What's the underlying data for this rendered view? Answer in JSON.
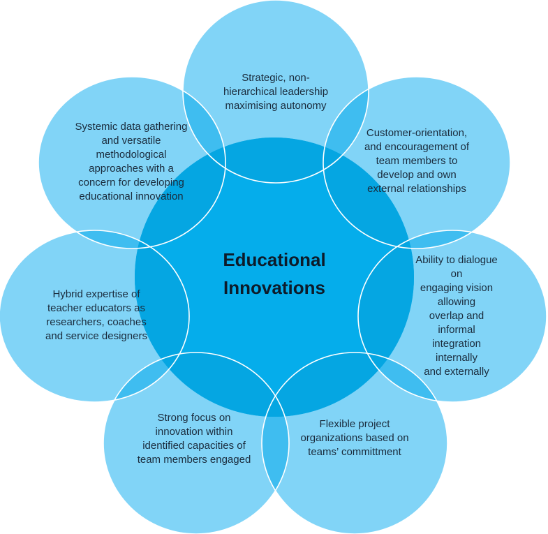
{
  "diagram": {
    "colors": {
      "outer_fill": "#81d4f7",
      "center_fill": "#05adeb",
      "overlap_fill": "#3fbdf0",
      "stroke": "#ffffff",
      "text": "#1a2b3c"
    },
    "center": {
      "title": "Educational\nInnovations"
    },
    "petals": [
      {
        "id": "top",
        "text": "Strategic, non-\nhierarchical leadership\nmaximising autonomy"
      },
      {
        "id": "top-right",
        "text": "Customer-orientation,\nand encouragement of\nteam members to\ndevelop and own\nexternal relationships"
      },
      {
        "id": "right",
        "text": "Ability to dialogue on\nengaging vision allowing\noverlap and informal\nintegration internally\nand externally"
      },
      {
        "id": "bottom-right",
        "text": "Flexible project\norganizations based on\nteams’ committment"
      },
      {
        "id": "bottom-left",
        "text": "Strong focus on\ninnovation within\nidentified capacities of\nteam members engaged"
      },
      {
        "id": "left",
        "text": "Hybrid expertise of\nteacher educators as\nresearchers, coaches\nand service designers"
      },
      {
        "id": "top-left",
        "text": "Systemic data gathering\nand versatile\nmethodological\napproaches  with a\nconcern for developing\neducational innovation"
      }
    ]
  }
}
